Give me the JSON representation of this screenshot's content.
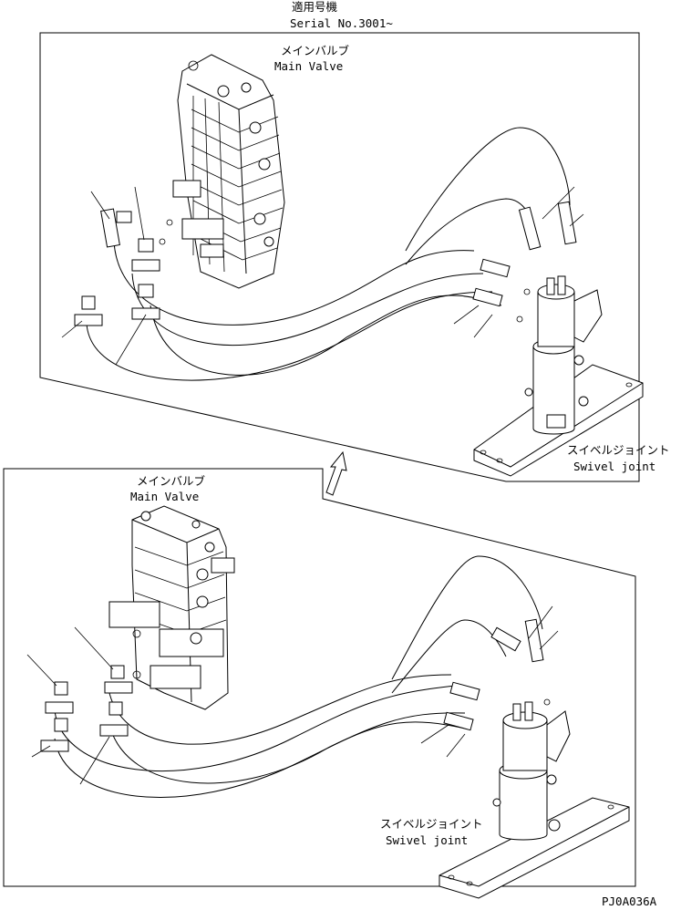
{
  "header": {
    "applicable_models_jp": "適用号機",
    "serial": "Serial No.3001~"
  },
  "upper_panel": {
    "main_valve_jp": "メインバルブ",
    "main_valve_en": "Main Valve",
    "swivel_joint_jp": "スイベルジョイント",
    "swivel_joint_en": "Swivel joint"
  },
  "lower_panel": {
    "main_valve_jp": "メインバルブ",
    "main_valve_en": "Main Valve",
    "swivel_joint_jp": "スイベルジョイント",
    "swivel_joint_en": "Swivel joint"
  },
  "drawing_code": "PJ0A036A"
}
